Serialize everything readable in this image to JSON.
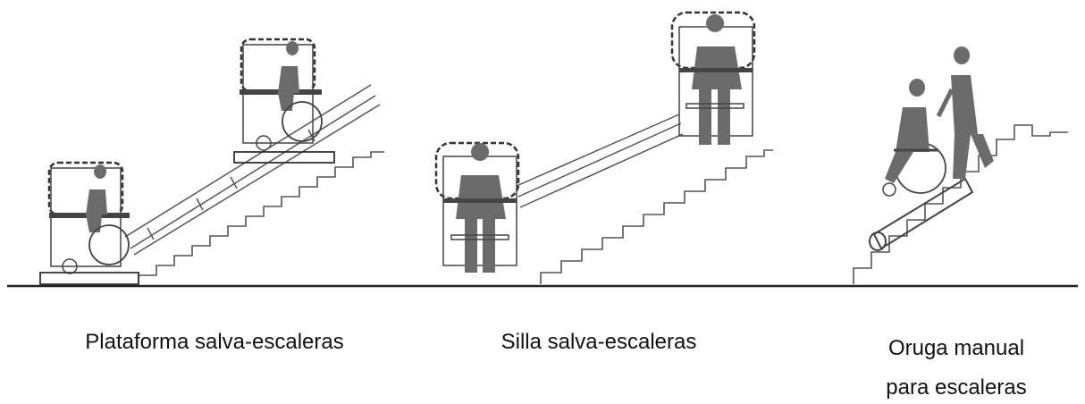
{
  "captions": {
    "platform": "Plataforma salva-escaleras",
    "chair": "Silla salva-escaleras",
    "crawler_line1": "Oruga manual",
    "crawler_line2": "para escaleras"
  },
  "colors": {
    "ink": "#333333",
    "figure": "#6b6b6b",
    "floor": "#222222"
  },
  "icons": {
    "platform_lift": "wheelchair-platform-lift-icon",
    "stair_chair": "stair-lift-chair-icon",
    "stair_crawler": "manual-stair-crawler-icon"
  }
}
